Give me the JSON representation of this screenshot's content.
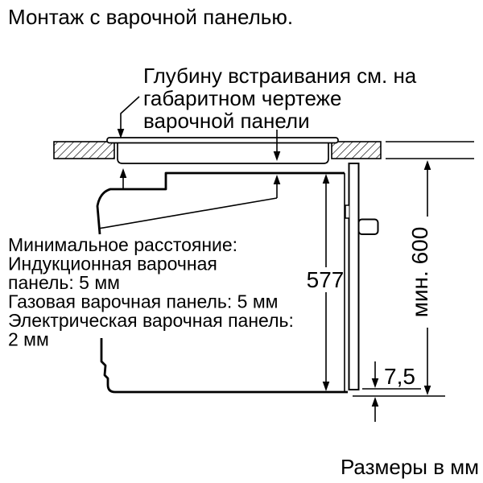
{
  "title": "Монтаж с варочной панелью.",
  "depth_note": {
    "lines": [
      "Глубину встраивания см. на",
      "габаритном чертеже",
      "варочной панели"
    ]
  },
  "min_distance_note": {
    "lines": [
      "Минимальное расстояние:",
      "Индукционная варочная",
      "панель: 5 мм",
      "Газовая варочная панель: 5 мм",
      "Электрическая варочная панель:",
      "2 мм"
    ]
  },
  "dimensions": {
    "oven_height_mm": "577",
    "min_niche_height": "мин. 600",
    "rear_gap_mm": "7,5"
  },
  "footer_note": "Размеры в мм",
  "colors": {
    "line": "#000000",
    "background": "#ffffff"
  }
}
